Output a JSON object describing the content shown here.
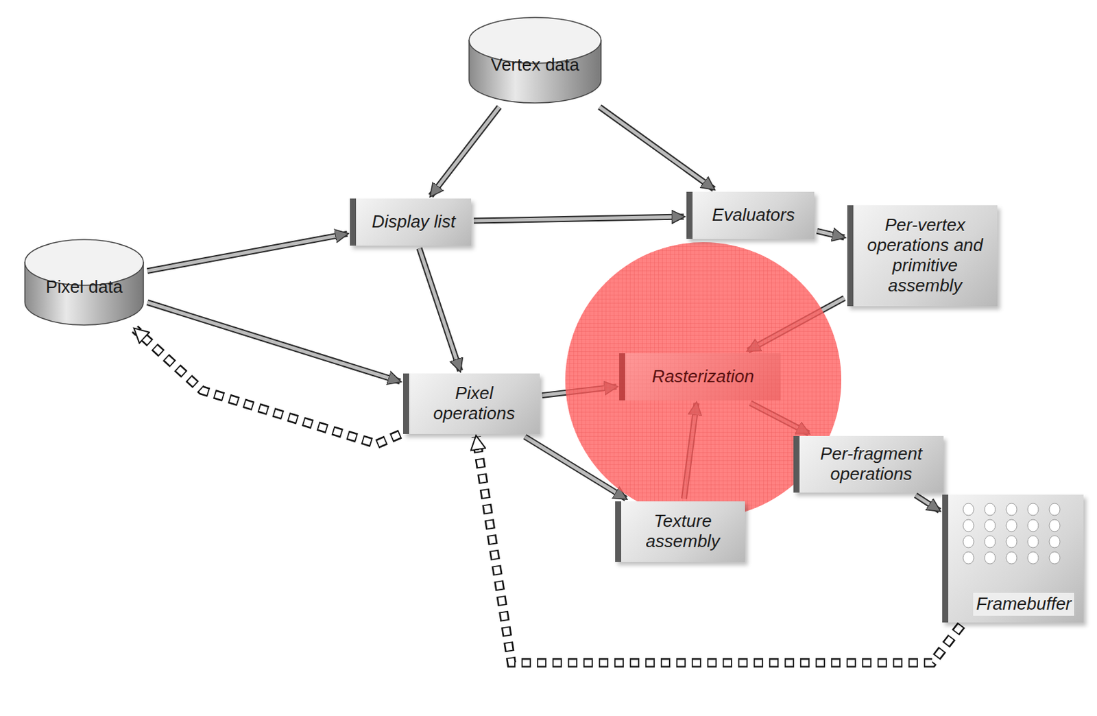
{
  "diagram": {
    "nodes": [
      {
        "text": [
          "Vertex data"
        ]
      },
      {
        "text": [
          "Pixel data"
        ]
      },
      {
        "text": [
          "Display list"
        ]
      },
      {
        "text": [
          "Evaluators"
        ]
      },
      {
        "text": [
          "Per-vertex operations and primitive assembly"
        ]
      },
      {
        "text": [
          "Rasterization"
        ]
      },
      {
        "text": [
          "Pixel operations"
        ]
      },
      {
        "text": [
          "Texture assembly"
        ]
      },
      {
        "text": [
          "Per-fragment operations"
        ]
      },
      {
        "text": [
          "Framebuffer"
        ]
      }
    ],
    "edges": [
      {
        "from": 0,
        "to": 2,
        "arrow": "to"
      },
      {
        "from": 0,
        "to": 3,
        "arrow": "to"
      },
      {
        "from": 1,
        "to": 2,
        "arrow": "to"
      },
      {
        "from": 1,
        "to": 6,
        "arrow": "to"
      },
      {
        "from": 2,
        "to": 3,
        "arrow": "to"
      },
      {
        "from": 2,
        "to": 6,
        "arrow": "to"
      },
      {
        "from": 3,
        "to": 4,
        "arrow": "to"
      },
      {
        "from": 4,
        "to": 5,
        "arrow": "to"
      },
      {
        "from": 6,
        "to": 5,
        "arrow": "to"
      },
      {
        "from": 6,
        "to": 7,
        "arrow": "to"
      },
      {
        "from": 7,
        "to": 5,
        "arrow": "to"
      },
      {
        "from": 5,
        "to": 8,
        "arrow": "to"
      },
      {
        "from": 8,
        "to": 9,
        "arrow": "to"
      },
      {
        "from": 9,
        "to": 6,
        "arrow": "to"
      },
      {
        "from": 6,
        "to": 1,
        "arrow": "to"
      }
    ]
  }
}
